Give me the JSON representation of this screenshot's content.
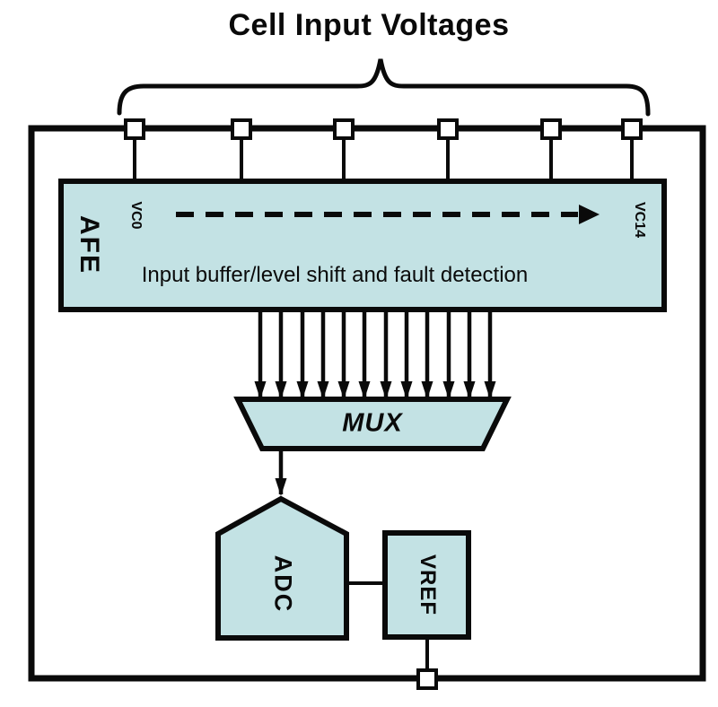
{
  "colors": {
    "background": "#ffffff",
    "line": "#0a0a0a",
    "text": "#0a0a0a",
    "block_fill": "#c3e2e4",
    "terminal_fill": "#ffffff"
  },
  "diagram": {
    "title": "Cell Input Voltages",
    "afe_block": {
      "name": "AFE",
      "first_channel": "VC0",
      "last_channel": "VC14",
      "function_text": "Input buffer/level shift and fault detection"
    },
    "mux_block": {
      "name": "MUX"
    },
    "adc_block": {
      "name": "ADC"
    },
    "vref_block": {
      "name": "VREF"
    },
    "top_terminal_count": 6,
    "mux_input_arrow_count": 12
  }
}
